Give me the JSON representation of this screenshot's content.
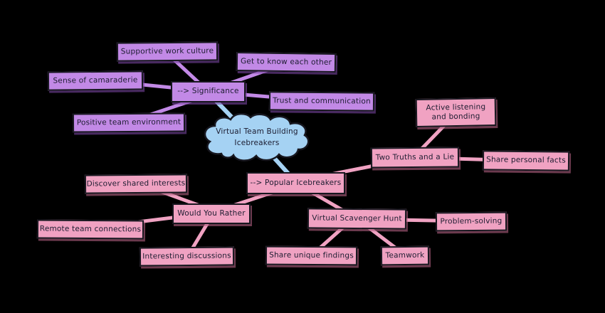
{
  "canvas": {
    "background": "#000000"
  },
  "palette": {
    "branch_significance": "#c289e6",
    "branch_icebreakers": "#f0a2c2",
    "root_cloud": "#a5d2f3",
    "outline": "#17171f",
    "text": "#1c1c30"
  },
  "root": {
    "label": "Virtual Team Building Icebreakers"
  },
  "nodes": {
    "significance": {
      "label": "--> Significance"
    },
    "supportive": {
      "label": "Supportive work culture"
    },
    "get_to_know": {
      "label": "Get to know each other"
    },
    "camaraderie": {
      "label": "Sense of camaraderie"
    },
    "trust": {
      "label": "Trust and communication"
    },
    "positive": {
      "label": "Positive team environment"
    },
    "popular": {
      "label": "--> Popular Icebreakers"
    },
    "two_truths": {
      "label": "Two Truths and a Lie"
    },
    "active_listening": {
      "label": "Active listening and bonding"
    },
    "personal_facts": {
      "label": "Share personal facts"
    },
    "would_you_rather": {
      "label": "Would You Rather"
    },
    "discover": {
      "label": "Discover shared interests"
    },
    "remote": {
      "label": "Remote team connections"
    },
    "interesting": {
      "label": "Interesting discussions"
    },
    "scavenger": {
      "label": "Virtual Scavenger Hunt"
    },
    "problem_solving": {
      "label": "Problem-solving"
    },
    "unique_findings": {
      "label": "Share unique findings"
    },
    "teamwork": {
      "label": "Teamwork"
    }
  },
  "edges": [
    [
      "root",
      "significance"
    ],
    [
      "significance",
      "supportive"
    ],
    [
      "significance",
      "get_to_know"
    ],
    [
      "significance",
      "camaraderie"
    ],
    [
      "significance",
      "trust"
    ],
    [
      "significance",
      "positive"
    ],
    [
      "root",
      "popular"
    ],
    [
      "popular",
      "two_truths"
    ],
    [
      "two_truths",
      "active_listening"
    ],
    [
      "two_truths",
      "personal_facts"
    ],
    [
      "popular",
      "would_you_rather"
    ],
    [
      "would_you_rather",
      "discover"
    ],
    [
      "would_you_rather",
      "remote"
    ],
    [
      "would_you_rather",
      "interesting"
    ],
    [
      "popular",
      "scavenger"
    ],
    [
      "scavenger",
      "problem_solving"
    ],
    [
      "scavenger",
      "unique_findings"
    ],
    [
      "scavenger",
      "teamwork"
    ]
  ]
}
